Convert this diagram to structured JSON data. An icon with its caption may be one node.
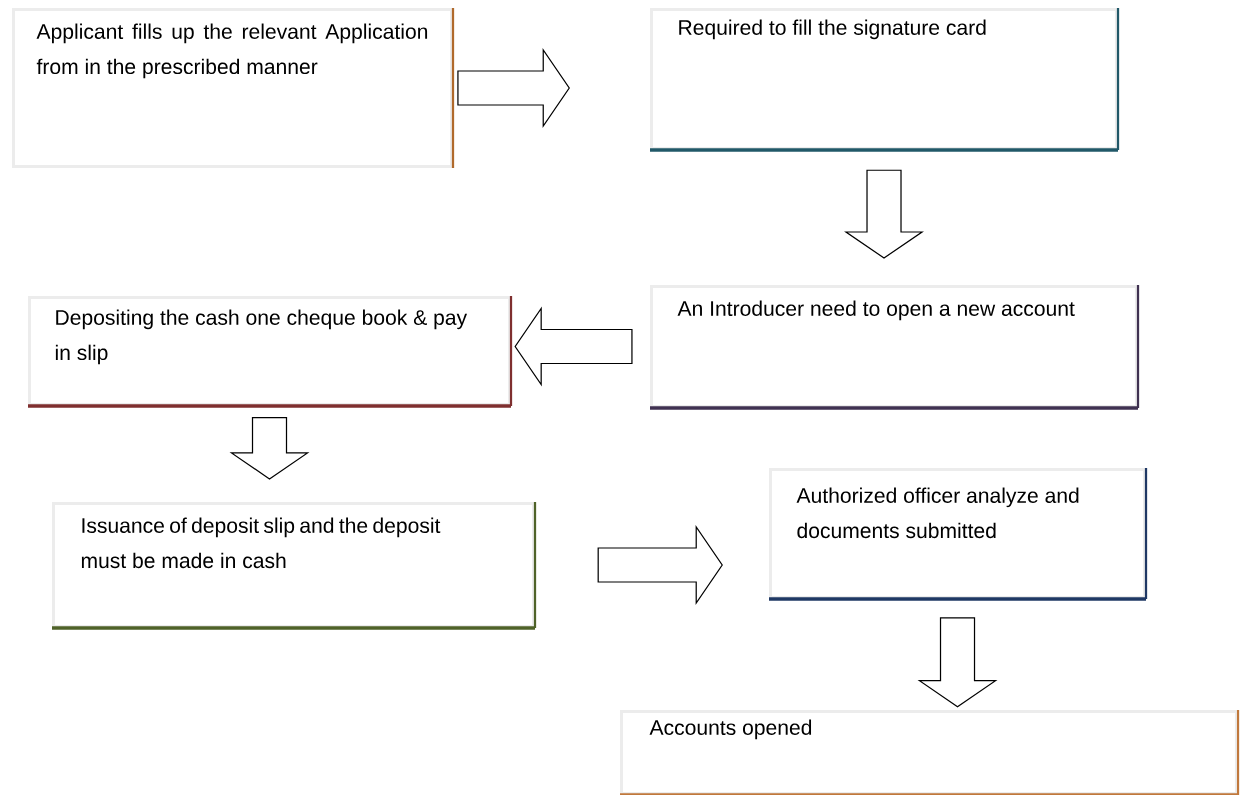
{
  "diagram": {
    "nodes": [
      {
        "text": [
          "Applicant fills up the relevant Application from in the prescribed manner"
        ]
      },
      {
        "text": [
          "Required to fill the signature card"
        ]
      },
      {
        "text": [
          "An Introducer need to open a new account"
        ]
      },
      {
        "text": [
          "Depositing the cash one cheque book & pay in slip"
        ]
      },
      {
        "text": [
          "Issuance of deposit slip and the deposit must be made in cash"
        ]
      },
      {
        "text": [
          "Authorized officer analyze and documents submitted"
        ]
      },
      {
        "text": [
          "Accounts opened"
        ]
      }
    ],
    "edges": [
      {
        "from": 0,
        "to": 1,
        "arrow": "to"
      },
      {
        "from": 1,
        "to": 2,
        "arrow": "to"
      },
      {
        "from": 2,
        "to": 3,
        "arrow": "to"
      },
      {
        "from": 3,
        "to": 4,
        "arrow": "to"
      },
      {
        "from": 4,
        "to": 5,
        "arrow": "to"
      },
      {
        "from": 5,
        "to": 6,
        "arrow": "to"
      }
    ]
  }
}
